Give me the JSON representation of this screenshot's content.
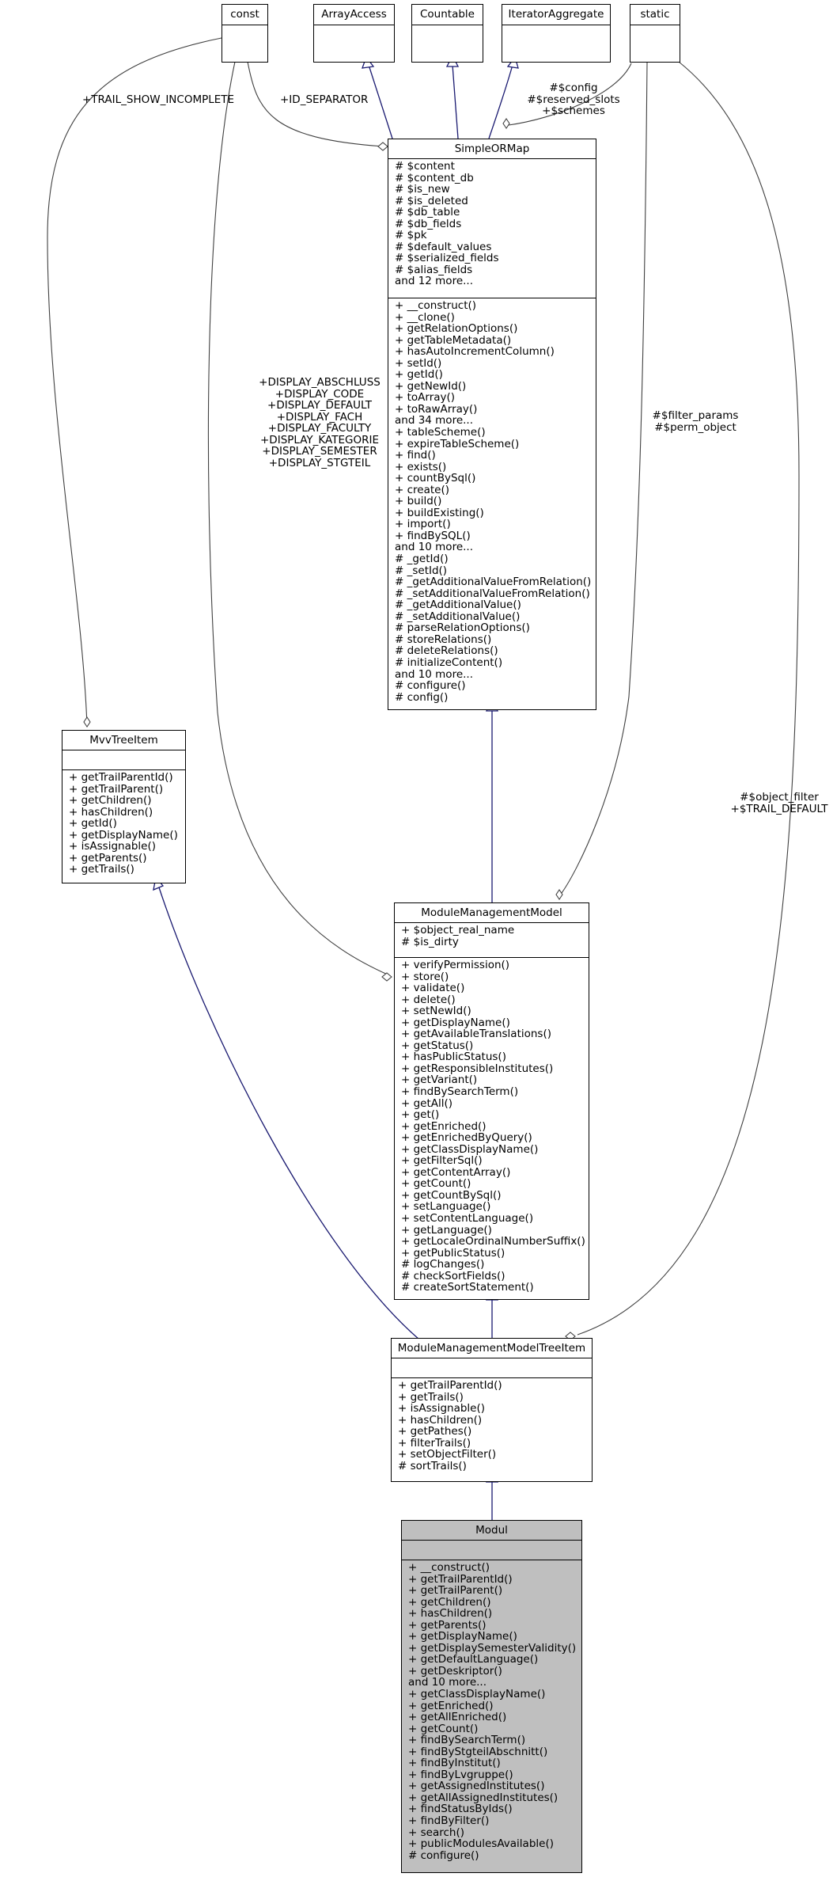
{
  "classes": {
    "const": {
      "name": "const"
    },
    "arrayaccess": {
      "name": "ArrayAccess"
    },
    "countable": {
      "name": "Countable"
    },
    "iteratoraggregate": {
      "name": "IteratorAggregate"
    },
    "static": {
      "name": "static"
    },
    "simpleormap": {
      "name": "SimpleORMap",
      "attributes": [
        "# $content",
        "# $content_db",
        "# $is_new",
        "# $is_deleted",
        "# $db_table",
        "# $db_fields",
        "# $pk",
        "# $default_values",
        "# $serialized_fields",
        "# $alias_fields",
        "and 12 more..."
      ],
      "methods": [
        "+ __construct()",
        "+ __clone()",
        "+ getRelationOptions()",
        "+ getTableMetadata()",
        "+ hasAutoIncrementColumn()",
        "+ setId()",
        "+ getId()",
        "+ getNewId()",
        "+ toArray()",
        "+ toRawArray()",
        "and 34 more...",
        "+ tableScheme()",
        "+ expireTableScheme()",
        "+ find()",
        "+ exists()",
        "+ countBySql()",
        "+ create()",
        "+ build()",
        "+ buildExisting()",
        "+ import()",
        "+ findBySQL()",
        "and 10 more...",
        "# _getId()",
        "# _setId()",
        "# _getAdditionalValueFromRelation()",
        "# _setAdditionalValueFromRelation()",
        "# _getAdditionalValue()",
        "# _setAdditionalValue()",
        "# parseRelationOptions()",
        "# storeRelations()",
        "# deleteRelations()",
        "# initializeContent()",
        "and 10 more...",
        "# configure()",
        "# config()"
      ]
    },
    "mvvtreeitem": {
      "name": "MvvTreeItem",
      "methods": [
        "+ getTrailParentId()",
        "+ getTrailParent()",
        "+ getChildren()",
        "+ hasChildren()",
        "+ getId()",
        "+ getDisplayName()",
        "+ isAssignable()",
        "+ getParents()",
        "+ getTrails()"
      ]
    },
    "modulemanagementmodel": {
      "name": "ModuleManagementModel",
      "attributes": [
        "+ $object_real_name",
        "# $is_dirty"
      ],
      "methods": [
        "+ verifyPermission()",
        "+ store()",
        "+ validate()",
        "+ delete()",
        "+ setNewId()",
        "+ getDisplayName()",
        "+ getAvailableTranslations()",
        "+ getStatus()",
        "+ hasPublicStatus()",
        "+ getResponsibleInstitutes()",
        "+ getVariant()",
        "+ findBySearchTerm()",
        "+ getAll()",
        "+ get()",
        "+ getEnriched()",
        "+ getEnrichedByQuery()",
        "+ getClassDisplayName()",
        "+ getFilterSql()",
        "+ getContentArray()",
        "+ getCount()",
        "+ getCountBySql()",
        "+ setLanguage()",
        "+ setContentLanguage()",
        "+ getLanguage()",
        "+ getLocaleOrdinalNumberSuffix()",
        "+ getPublicStatus()",
        "# logChanges()",
        "# checkSortFields()",
        "# createSortStatement()"
      ]
    },
    "modulemanagementmodeltreeitem": {
      "name": "ModuleManagementModelTreeItem",
      "methods": [
        "+ getTrailParentId()",
        "+ getTrails()",
        "+ isAssignable()",
        "+ hasChildren()",
        "+ getPathes()",
        "+ filterTrails()",
        "+ setObjectFilter()",
        "# sortTrails()"
      ]
    },
    "modul": {
      "name": "Modul",
      "methods": [
        "+ __construct()",
        "+ getTrailParentId()",
        "+ getTrailParent()",
        "+ getChildren()",
        "+ hasChildren()",
        "+ getParents()",
        "+ getDisplayName()",
        "+ getDisplaySemesterValidity()",
        "+ getDefaultLanguage()",
        "+ getDeskriptor()",
        "and 10 more...",
        "+ getClassDisplayName()",
        "+ getEnriched()",
        "+ getAllEnriched()",
        "+ getCount()",
        "+ findBySearchTerm()",
        "+ findByStgteilAbschnitt()",
        "+ findByInstitut()",
        "+ findByLvgruppe()",
        "+ getAssignedInstitutes()",
        "+ getAllAssignedInstitutes()",
        "+ findStatusByIds()",
        "+ findByFilter()",
        "+ search()",
        "+ publicModulesAvailable()",
        "# configure()"
      ]
    }
  },
  "edge_labels": {
    "trail_show_incomplete": [
      "+TRAIL_SHOW_INCOMPLETE"
    ],
    "id_separator": [
      "+ID_SEPARATOR"
    ],
    "static_config": [
      "#$config",
      "#$reserved_slots",
      "+$schemes"
    ],
    "display_constants": [
      "+DISPLAY_ABSCHLUSS",
      "+DISPLAY_CODE",
      "+DISPLAY_DEFAULT",
      "+DISPLAY_FACH",
      "+DISPLAY_FACULTY",
      "+DISPLAY_KATEGORIE",
      "+DISPLAY_SEMESTER",
      "+DISPLAY_STGTEIL"
    ],
    "filter_params": [
      "#$filter_params",
      "#$perm_object"
    ],
    "object_filter": [
      "#$object_filter",
      "+$TRAIL_DEFAULT"
    ]
  },
  "colors": {
    "inheritance": "#191970",
    "usage": "#404040",
    "highlight": "#bfbfbf"
  }
}
